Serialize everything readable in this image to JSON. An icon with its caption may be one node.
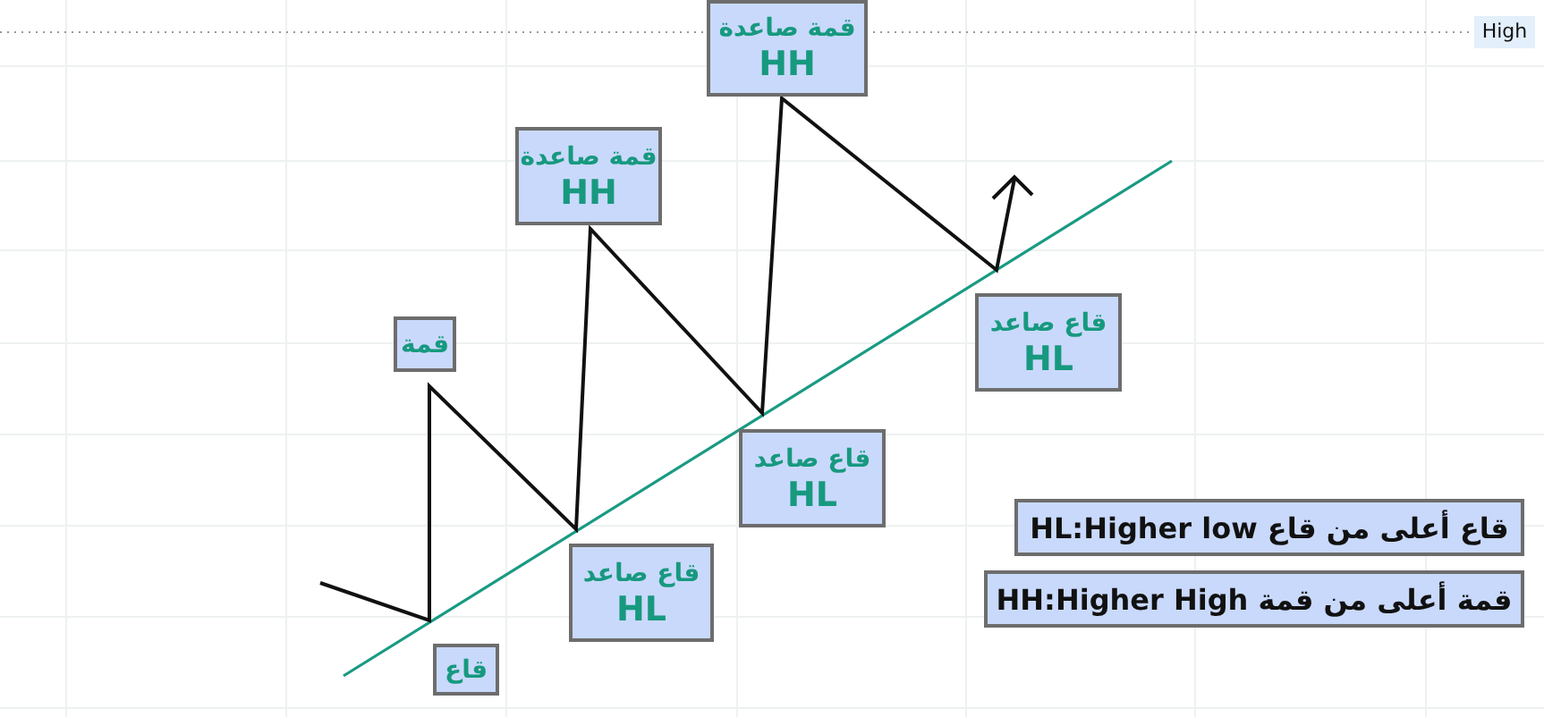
{
  "diagram": {
    "nodes": [
      {
        "text": [
          "قاع"
        ]
      },
      {
        "text": [
          "قمة"
        ]
      },
      {
        "text": [
          "قمة صاعدة",
          "HH"
        ]
      },
      {
        "text": [
          "قاع صاعد",
          "HL"
        ]
      },
      {
        "text": [
          "قمة صاعدة",
          "HH"
        ]
      },
      {
        "text": [
          "قاع صاعد",
          "HL"
        ]
      },
      {
        "text": [
          "قاع صاعد",
          "HL"
        ]
      },
      {
        "text": [
          "HL:Higher low قاع أعلى من قاع"
        ]
      },
      {
        "text": [
          "HH:Higher High قمة أعلى من قمة"
        ]
      }
    ],
    "labels": [
      "High"
    ]
  }
}
